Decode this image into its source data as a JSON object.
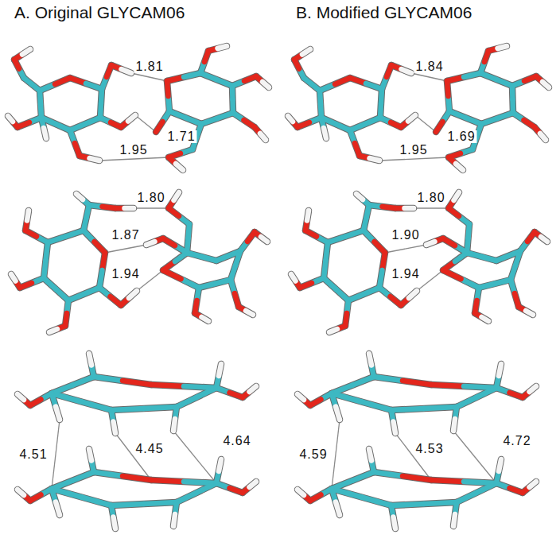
{
  "diagram": {
    "labels": [
      "A. Original GLYCAM06",
      "B. Modified GLYCAM06",
      "1.81",
      "1.71",
      "1.95",
      "1.84",
      "1.69",
      "1.95",
      "1.80",
      "1.87",
      "1.94",
      "1.80",
      "1.90",
      "1.94",
      "4.51",
      "4.45",
      "4.64",
      "4.59",
      "4.53",
      "4.72"
    ]
  }
}
